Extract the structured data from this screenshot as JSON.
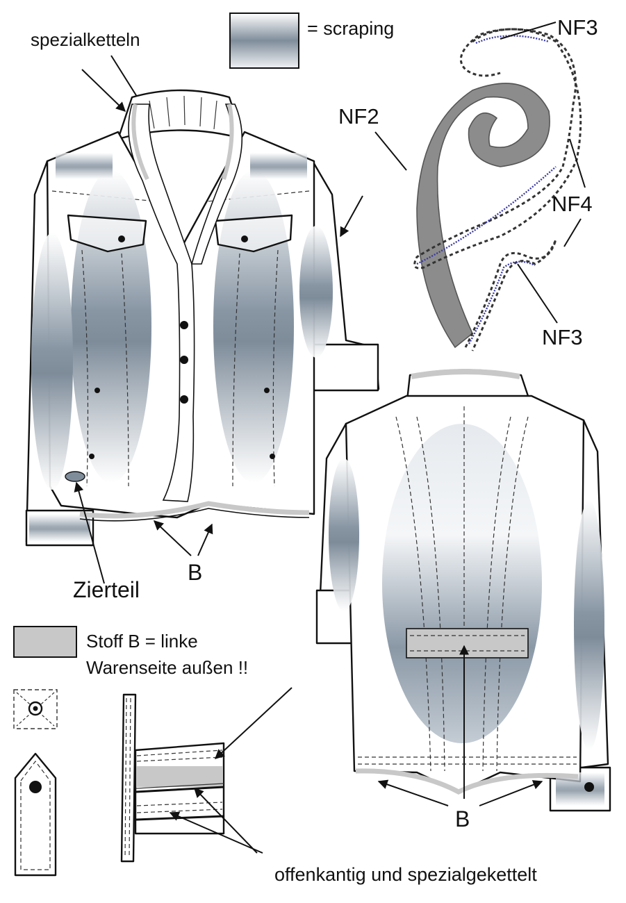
{
  "legend_scraping": "= scraping",
  "legend_fabric_line1": "Stoff B = linke",
  "legend_fabric_line2": "Warenseite außen !!",
  "label_spezialketteln": "spezialketteln",
  "label_nf2": "NF2",
  "label_nf3_top": "NF3",
  "label_nf4": "NF4",
  "label_nf3_bottom": "NF3",
  "label_zierteil": "Zierteil",
  "label_b_front": "B",
  "label_b_back": "B",
  "label_offenkantig": "offenkantig und spezialgekettelt",
  "colors": {
    "fabric_b": "#c8c8c8",
    "scraping_dark": "#8a98a6",
    "scraping_light": "#f4f6f8",
    "embroidery_blue": "#3a3aa0",
    "motif_gray": "#8c8c8c"
  }
}
